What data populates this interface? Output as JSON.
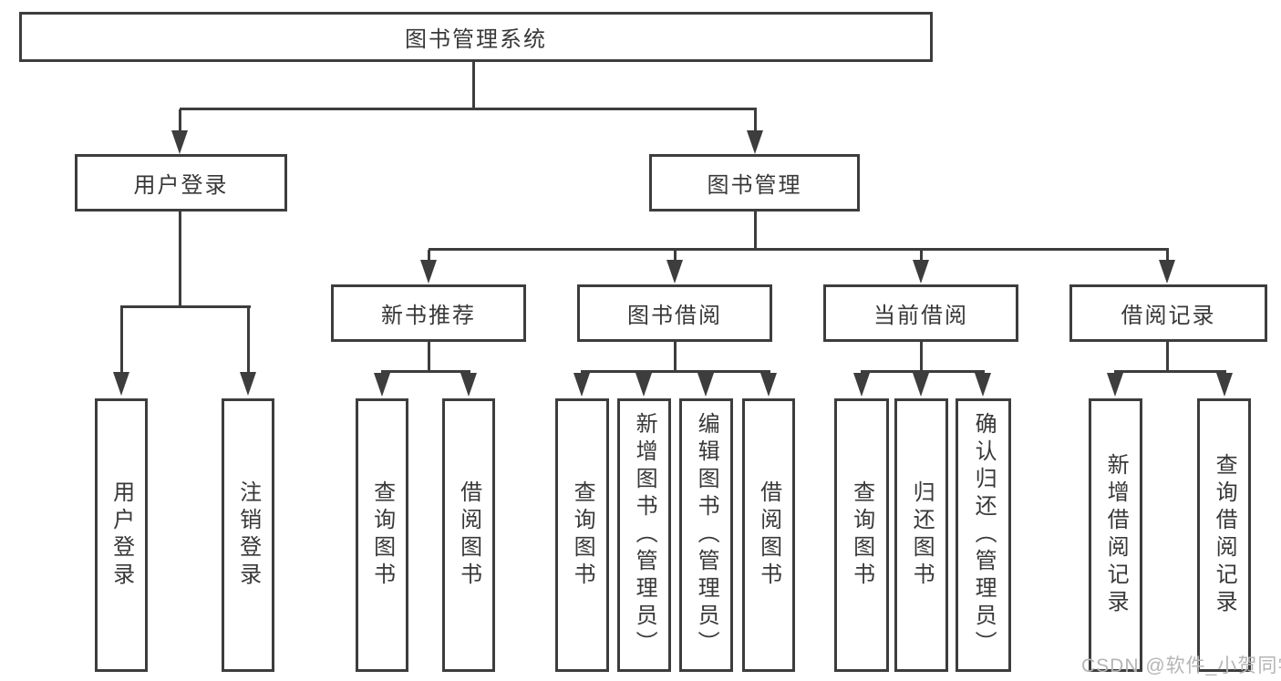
{
  "diagram": {
    "title_node": {
      "label": "图书管理系统"
    },
    "level2": {
      "user_login": {
        "label": "用户登录"
      },
      "book_mgmt": {
        "label": "图书管理"
      }
    },
    "level3": {
      "new_books": {
        "label": "新书推荐"
      },
      "book_borrow": {
        "label": "图书借阅"
      },
      "current_borrow": {
        "label": "当前借阅"
      },
      "borrow_records": {
        "label": "借阅记录"
      }
    },
    "leaves": {
      "user_login_leaf": {
        "label": "用户登录"
      },
      "logout": {
        "label": "注销登录"
      },
      "nb_query": {
        "label": "查询图书"
      },
      "nb_borrow": {
        "label": "借阅图书"
      },
      "bb_query": {
        "label": "查询图书"
      },
      "bb_add": {
        "label": "新增图书（管理员）"
      },
      "bb_edit": {
        "label": "编辑图书（管理员）"
      },
      "bb_borrow": {
        "label": "借阅图书"
      },
      "cb_query": {
        "label": "查询图书"
      },
      "cb_return": {
        "label": "归还图书"
      },
      "cb_confirm": {
        "label": "确认归还（管理员）"
      },
      "br_add": {
        "label": "新增借阅记录"
      },
      "br_query": {
        "label": "查询借阅记录"
      }
    }
  },
  "watermark": {
    "text": "CSDN @软件_小贺同学"
  },
  "colors": {
    "line": "#3d3d3d",
    "text": "#383838",
    "watermark_color": "#b5b5b5",
    "background": "#ffffff"
  }
}
